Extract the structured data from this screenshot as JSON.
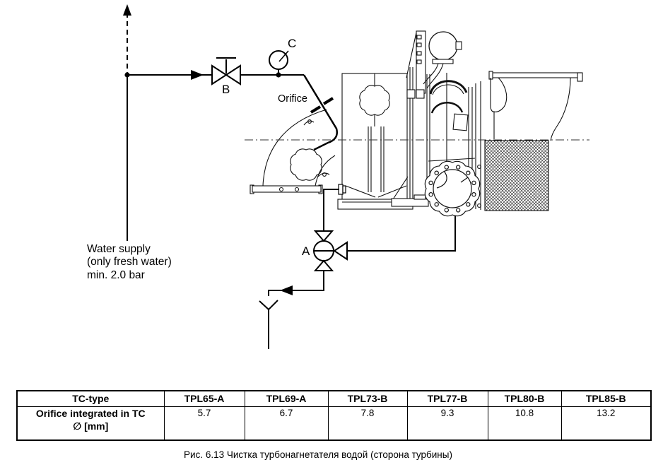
{
  "diagram": {
    "water_supply": [
      "Water supply",
      "(only fresh water)",
      "min. 2.0 bar"
    ],
    "labels": {
      "gauge": "C",
      "inlet_valve": "B",
      "three_way_valve": "A",
      "orifice": "Orifice"
    }
  },
  "table": {
    "header_col": "TC-type",
    "types": [
      "TPL65-A",
      "TPL69-A",
      "TPL73-B",
      "TPL77-B",
      "TPL80-B",
      "TPL85-B"
    ],
    "row_label_line1": "Orifice integrated in TC",
    "row_label_line2": "∅ [mm]",
    "values": [
      "5.7",
      "6.7",
      "7.8",
      "9.3",
      "10.8",
      "13.2"
    ]
  },
  "caption": "Рис. 6.13 Чистка турбонагнетателя водой (сторона турбины)",
  "colors": {
    "line": "#000000",
    "background": "#ffffff"
  }
}
